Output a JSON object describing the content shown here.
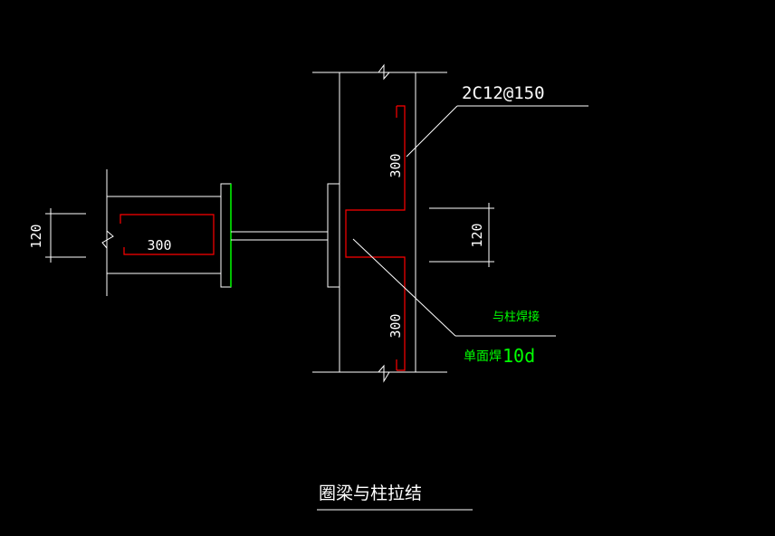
{
  "drawing": {
    "title": "圈梁与柱拉结",
    "annotations": {
      "rebar_spec": "2C12@150",
      "dim_left_height": "120",
      "dim_right_height": "120",
      "beam_length": "300",
      "upper_length": "300",
      "lower_length": "300",
      "weld_note": "与柱焊接",
      "weld_spec_label": "单面焊",
      "weld_spec_value": "10d"
    },
    "colors": {
      "background": "#000000",
      "line": "#FFFFFF",
      "rebar": "#FF0000",
      "plate_edge": "#00FF00",
      "note": "#00FF00"
    }
  }
}
